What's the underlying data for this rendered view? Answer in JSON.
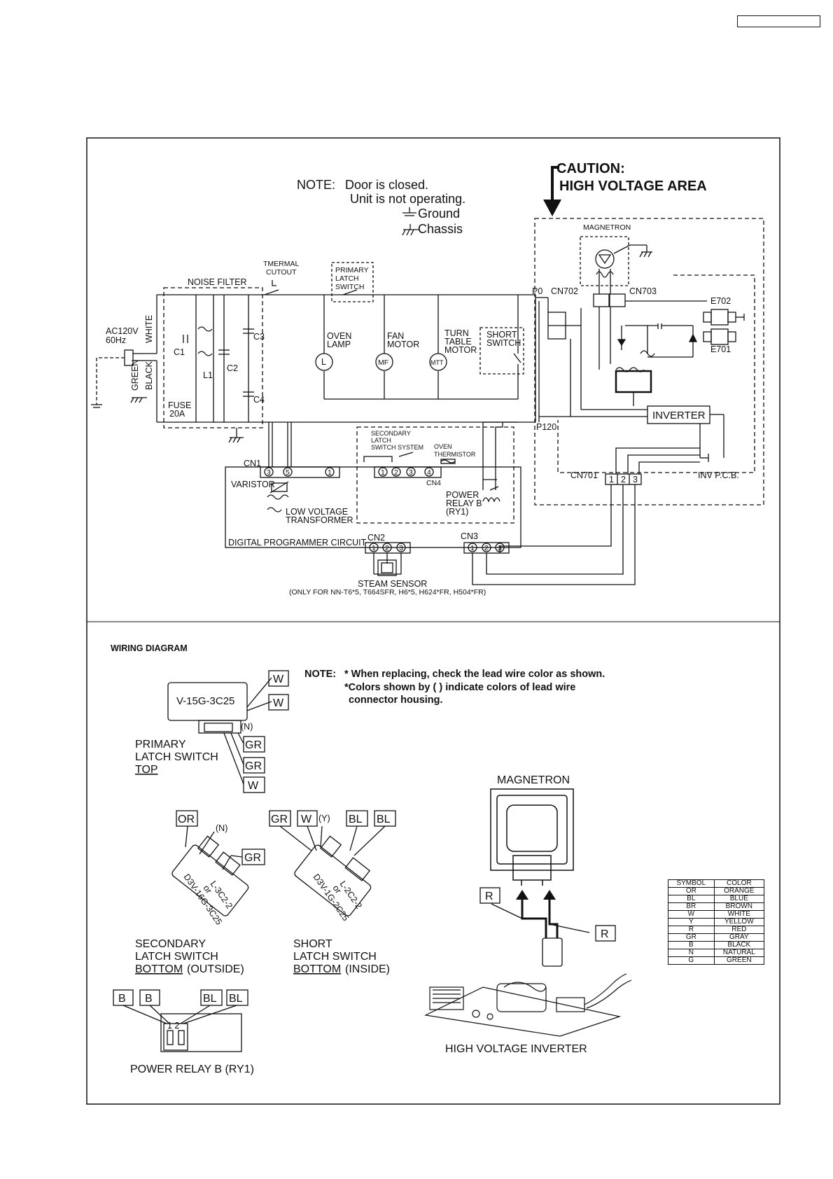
{
  "page_box": "",
  "schematic": {
    "note_label": "NOTE:",
    "note_line1": "Door is closed.",
    "note_line2": "Unit is not operating.",
    "ground": "Ground",
    "chassis": "Chassis",
    "caution_line1": "CAUTION:",
    "caution_line2": "HIGH VOLTAGE AREA",
    "magnetron": "MAGNETRON",
    "cn702": "CN702",
    "cn703": "CN703",
    "e702": "E702",
    "e701": "E701",
    "p0": "P0",
    "p120": "P120",
    "inverter": "INVERTER",
    "cn701": "CN701",
    "inv_pcb": "INV P.C.B.",
    "thermal_cutout_1": "TMERMAL",
    "thermal_cutout_2": "CUTOUT",
    "primary_latch_1": "PRIMARY",
    "primary_latch_2": "LATCH",
    "primary_latch_3": "SWITCH",
    "noise_filter": "NOISE FILTER",
    "ac_1": "AC120V",
    "ac_2": "60Hz",
    "white": "WHITE",
    "green": "GREEN",
    "black": "BLACK",
    "c1": "C1",
    "l1": "L1",
    "c2": "C2",
    "c3": "C3",
    "c4": "C4",
    "fuse_1": "FUSE",
    "fuse_2": "20A",
    "oven_lamp_1": "OVEN",
    "oven_lamp_2": "LAMP",
    "lamp_symbol": "L",
    "fan_motor_1": "FAN",
    "fan_motor_2": "MOTOR",
    "fan_symbol": "MF",
    "tt_motor_1": "TURN",
    "tt_motor_2": "TABLE",
    "tt_motor_3": "MOTOR",
    "tt_symbol": "MTT",
    "short_switch_1": "SHORT",
    "short_switch_2": "SWITCH",
    "cn1": "CN1",
    "varistor": "VARISTOR",
    "lvt_1": "LOW VOLTAGE",
    "lvt_2": "TRANSFORMER",
    "sec_latch_1": "SECONDARY",
    "sec_latch_2": "LATCH",
    "sec_latch_3": "SWITCH SYSTEM",
    "oven_therm_1": "OVEN",
    "oven_therm_2": "THERMISTOR",
    "cn4": "CN4",
    "relay_1": "POWER",
    "relay_2": "RELAY B",
    "relay_3": "(RY1)",
    "dpc": "DIGITAL PROGRAMMER CIRCUIT",
    "cn2": "CN2",
    "cn3": "CN3",
    "steam_sensor": "STEAM SENSOR",
    "steam_note": "(ONLY FOR NN-T6*5, T664SFR, H6*5, H624*FR, H504*FR)",
    "pin_1": "1",
    "pin_2": "2",
    "pin_3": "3",
    "pin_4": "4",
    "pin_5": "5"
  },
  "wiring": {
    "title": "WIRING DIAGRAM",
    "note_label": "NOTE:",
    "note_1": "* When replacing, check the lead wire color as shown.",
    "note_2": "*Colors shown by ( ) indicate colors of lead wire",
    "note_3": "connector housing.",
    "primary_part": "V-15G-3C25",
    "primary_label_1": "PRIMARY",
    "primary_label_2": "LATCH SWITCH",
    "primary_label_3": "TOP",
    "n_tag": "(N)",
    "y_tag": "(Y)",
    "sec_part_1": "L-3C2-2",
    "sec_part_2": "or",
    "sec_part_3": "D3V-16G-3C25",
    "sec_label_1": "SECONDARY",
    "sec_label_2": "LATCH SWITCH",
    "sec_label_3": "BOTTOM",
    "sec_label_4": "(OUTSIDE)",
    "short_part_1": "L-2C2-2",
    "short_part_2": "or",
    "short_part_3": "D3V-1G-2C25",
    "short_label_1": "SHORT",
    "short_label_2": "LATCH SWITCH",
    "short_label_3": "BOTTOM",
    "short_label_4": "(INSIDE)",
    "relay_pins": "1  2",
    "relay_label": "POWER RELAY B (RY1)",
    "magnetron": "MAGNETRON",
    "hv_inverter": "HIGH VOLTAGE INVERTER",
    "colors": {
      "W": "W",
      "GR": "GR",
      "OR": "OR",
      "BL": "BL",
      "B": "B",
      "R": "R"
    }
  },
  "legend": {
    "header": [
      "SYMBOL",
      "COLOR"
    ],
    "rows": [
      [
        "OR",
        "ORANGE"
      ],
      [
        "BL",
        "BLUE"
      ],
      [
        "BR",
        "BROWN"
      ],
      [
        "W",
        "WHITE"
      ],
      [
        "Y",
        "YELLOW"
      ],
      [
        "R",
        "RED"
      ],
      [
        "GR",
        "GRAY"
      ],
      [
        "B",
        "BLACK"
      ],
      [
        "N",
        "NATURAL"
      ],
      [
        "G",
        "GREEN"
      ]
    ]
  }
}
